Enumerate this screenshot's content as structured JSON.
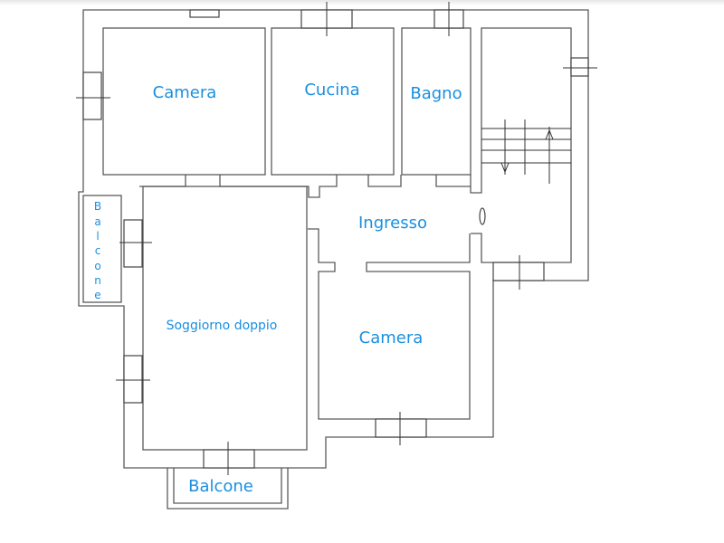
{
  "floor_plan": {
    "rooms": {
      "camera_top": "Camera",
      "cucina": "Cucina",
      "bagno": "Bagno",
      "ingresso": "Ingresso",
      "soggiorno": "Soggiorno doppio",
      "camera_bottom": "Camera",
      "balcone_bottom": "Balcone",
      "balcone_side_letters": [
        "B",
        "a",
        "l",
        "c",
        "o",
        "n",
        "e"
      ]
    },
    "colors": {
      "label": "#1a8fe0",
      "wall": "#5a5a5a"
    }
  }
}
